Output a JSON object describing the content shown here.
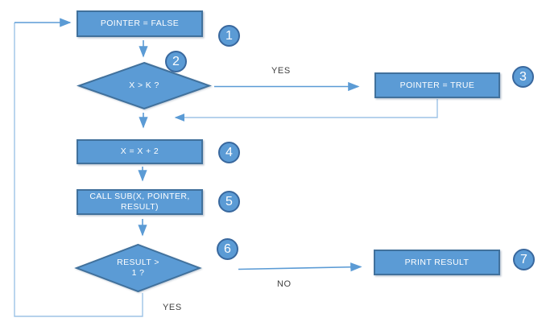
{
  "colors": {
    "shape_fill": "#5B9BD5",
    "shape_border": "#41719C",
    "shape_text": "#FFFFFF",
    "badge_fill": "#5B9BD5",
    "badge_ring": "#39689E",
    "connector": "#5B9BD5",
    "connector_light": "#9DC3E6",
    "edge_label_text": "#404040"
  },
  "flowchart": {
    "steps": [
      {
        "badge": "1",
        "shape": "process",
        "label": "POINTER = FALSE"
      },
      {
        "badge": "2",
        "shape": "decision",
        "label": "X > K ?"
      },
      {
        "badge": "3",
        "shape": "process",
        "label": "POINTER = TRUE"
      },
      {
        "badge": "4",
        "shape": "process",
        "label": "X = X + 2"
      },
      {
        "badge": "5",
        "shape": "process",
        "label": "CALL SUB(X, POINTER,",
        "label2": "RESULT)"
      },
      {
        "badge": "6",
        "shape": "decision",
        "label": "RESULT >",
        "label2": "1 ?"
      },
      {
        "badge": "7",
        "shape": "process",
        "label": "PRINT RESULT"
      }
    ],
    "edge_labels": {
      "decision1_yes": "YES",
      "decision2_no": "NO",
      "decision2_yes": "YES"
    }
  }
}
